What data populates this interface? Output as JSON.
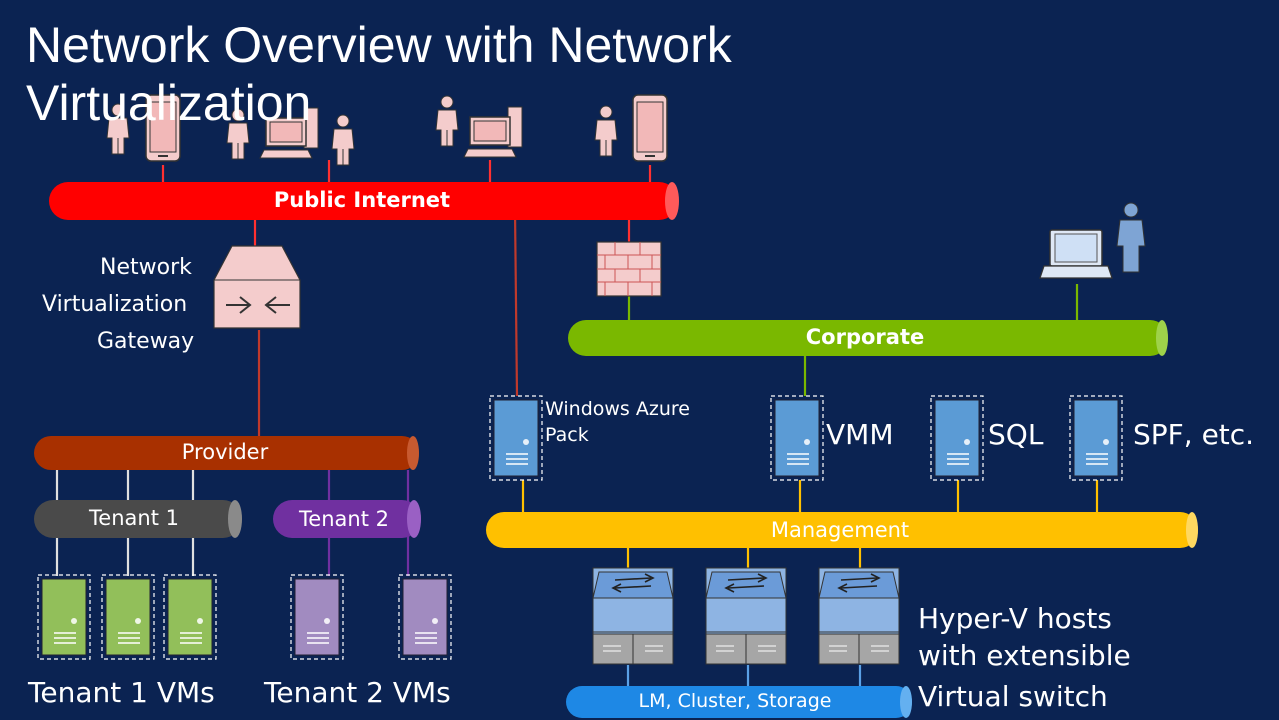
{
  "title": "Network Overview with Network Virtualization",
  "buses": {
    "public_internet": "Public Internet",
    "corporate": "Corporate",
    "provider": "Provider",
    "tenant1": "Tenant 1",
    "tenant2": "Tenant 2",
    "management": "Management",
    "lm_cluster": "LM, Cluster, Storage"
  },
  "labels": {
    "gateway_line1": "Network",
    "gateway_line2": "Virtualization",
    "gateway_line3": "Gateway",
    "azure_pack_line1": "Windows Azure",
    "azure_pack_line2": "Pack",
    "vmm": "VMM",
    "sql": "SQL",
    "spf": "SPF, etc.",
    "hyperv_line1": "Hyper-V hosts",
    "hyperv_line2": "with extensible",
    "hyperv_line3": "Virtual switch",
    "tenant1_vms": "Tenant 1 VMs",
    "tenant2_vms": "Tenant 2 VMs"
  },
  "colors": {
    "background": "#0b2352",
    "public_internet": "#ff0000",
    "corporate": "#7ab800",
    "provider": "#a83000",
    "tenant1": "#4a4a4a",
    "tenant2": "#7030a0",
    "management": "#ffc000",
    "lm_cluster": "#1e88e5"
  }
}
